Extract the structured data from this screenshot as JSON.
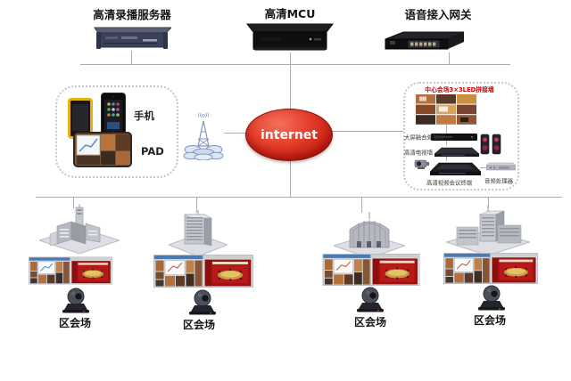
{
  "top_row": {
    "recording_server": {
      "label": "高清录播服务器"
    },
    "mcu": {
      "label": "高清MCU"
    },
    "voice_gateway": {
      "label": "语音接入网关"
    }
  },
  "internet": {
    "label": "internet",
    "color": "#c11a10"
  },
  "wireless_tower": {
    "signal_text": "((o))"
  },
  "mobile_group": {
    "phone_label": "手机",
    "pad_label": "PAD"
  },
  "center_venue": {
    "title": "中心会场3×3LED拼接墙",
    "title_color": "#cc0000",
    "labels": {
      "fusion_processor": "大屏融合处理器",
      "tv_wall": "高清电视墙",
      "hd_terminal": "高清视频会议终端",
      "audio_processor": "音频处理器"
    }
  },
  "branch_sites": [
    {
      "label": "区会场"
    },
    {
      "label": "区会场"
    },
    {
      "label": "区会场"
    },
    {
      "label": "区会场"
    }
  ]
}
